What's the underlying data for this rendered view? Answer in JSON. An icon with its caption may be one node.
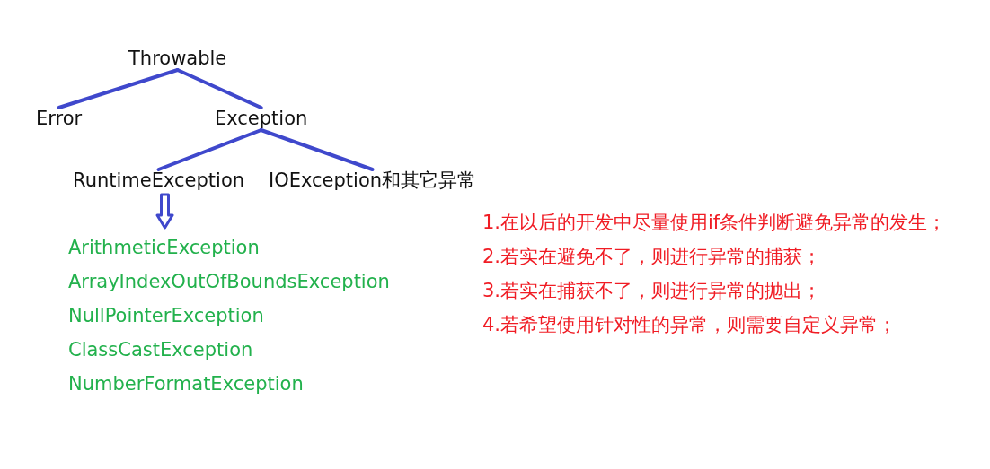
{
  "diagram": {
    "nodes": [
      {
        "text": [
          "Throwable"
        ]
      },
      {
        "text": [
          "Error"
        ]
      },
      {
        "text": [
          "Exception"
        ]
      },
      {
        "text": [
          "RuntimeException"
        ]
      },
      {
        "text": [
          "IOException和其它异常"
        ]
      },
      {
        "text": [
          "ArithmeticException",
          "ArrayIndexOutOfBoundsException",
          "NullPointerException",
          "ClassCastException",
          "NumberFormatException"
        ]
      }
    ],
    "edges": [
      {
        "from": 0,
        "to": 1,
        "arrow": "none"
      },
      {
        "from": 0,
        "to": 2,
        "arrow": "none"
      },
      {
        "from": 2,
        "to": 3,
        "arrow": "none"
      },
      {
        "from": 2,
        "to": 4,
        "arrow": "none"
      },
      {
        "from": 3,
        "to": 5,
        "arrow": "to"
      }
    ],
    "labels": [
      "1.在以后的开发中尽量使用if条件判断避免异常的发生；",
      "2.若实在避免不了，则进行异常的捕获；",
      "3.若实在捕获不了，则进行异常的抛出；",
      "4.若希望使用针对性的异常，则需要自定义异常；"
    ]
  }
}
